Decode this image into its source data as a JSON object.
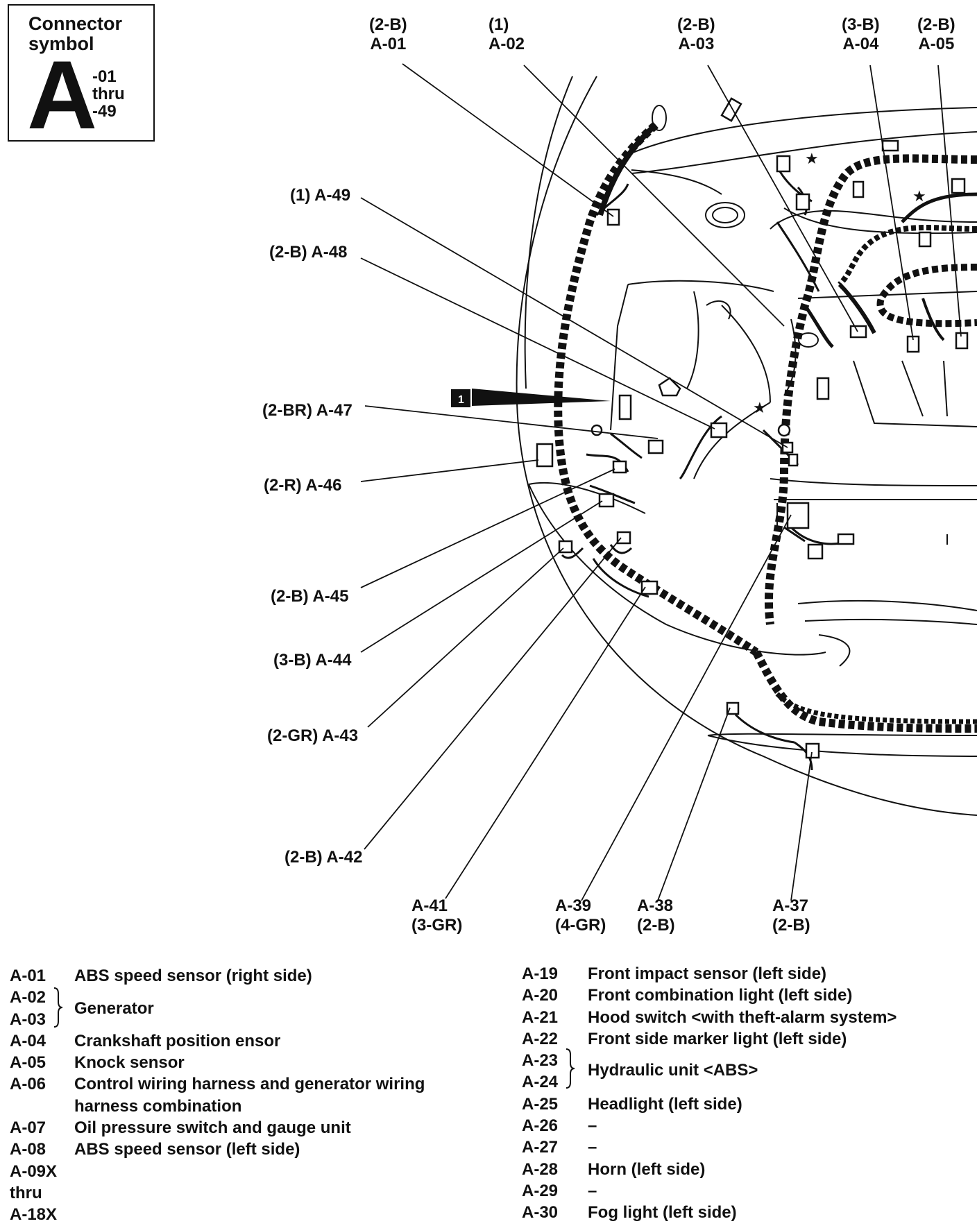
{
  "connector_symbol": {
    "title": "Connector\nsymbol",
    "letter": "A",
    "range": "-01\nthru\n-49"
  },
  "badge_label": "1",
  "callouts": {
    "a01": {
      "spec": "(2-B)",
      "code": "A-01"
    },
    "a02": {
      "spec": "(1)",
      "code": "A-02"
    },
    "a03": {
      "spec": "(2-B)",
      "code": "A-03"
    },
    "a04": {
      "spec": "(3-B)",
      "code": "A-04"
    },
    "a05": {
      "spec": "(2-B)",
      "code": "A-05"
    },
    "a49": "(1) A-49",
    "a48": "(2-B) A-48",
    "a47": "(2-BR) A-47",
    "a46": "(2-R) A-46",
    "a45": "(2-B) A-45",
    "a44": "(3-B) A-44",
    "a43": "(2-GR) A-43",
    "a42": "(2-B) A-42",
    "a41": {
      "code": "A-41",
      "spec": "(3-GR)"
    },
    "a39": {
      "code": "A-39",
      "spec": "(4-GR)"
    },
    "a38": {
      "code": "A-38",
      "spec": "(2-B)"
    },
    "a37": {
      "code": "A-37",
      "spec": "(2-B)"
    }
  },
  "legend_left": [
    {
      "code": "A-01",
      "desc": "ABS speed sensor (right side)"
    },
    {
      "code": "A-02",
      "desc": "Generator"
    },
    {
      "code": "A-03",
      "desc": ""
    },
    {
      "code": "A-04",
      "desc": "Crankshaft position ensor"
    },
    {
      "code": "A-05",
      "desc": "Knock sensor"
    },
    {
      "code": "A-06",
      "desc": "Control wiring harness and generator wiring"
    },
    {
      "code": "",
      "desc": "harness combination"
    },
    {
      "code": "A-07",
      "desc": "Oil pressure switch and gauge unit"
    },
    {
      "code": "A-08",
      "desc": "ABS speed sensor (left side)"
    },
    {
      "code": "A-09X",
      "desc": ""
    },
    {
      "code": "thru",
      "desc": ""
    },
    {
      "code": "A-18X",
      "desc": ""
    }
  ],
  "legend_right": [
    {
      "code": "A-19",
      "desc": "Front impact sensor (left side)"
    },
    {
      "code": "A-20",
      "desc": "Front combination light (left side)"
    },
    {
      "code": "A-21",
      "desc": "Hood switch <with theft-alarm system>"
    },
    {
      "code": "A-22",
      "desc": "Front side marker light (left side)"
    },
    {
      "code": "A-23",
      "desc": "Hydraulic unit <ABS>"
    },
    {
      "code": "A-24",
      "desc": ""
    },
    {
      "code": "A-25",
      "desc": "Headlight (left side)"
    },
    {
      "code": "A-26",
      "desc": "–"
    },
    {
      "code": "A-27",
      "desc": "–"
    },
    {
      "code": "A-28",
      "desc": "Horn (left side)"
    },
    {
      "code": "A-29",
      "desc": "–"
    },
    {
      "code": "A-30",
      "desc": "Fog light (left side)"
    }
  ]
}
